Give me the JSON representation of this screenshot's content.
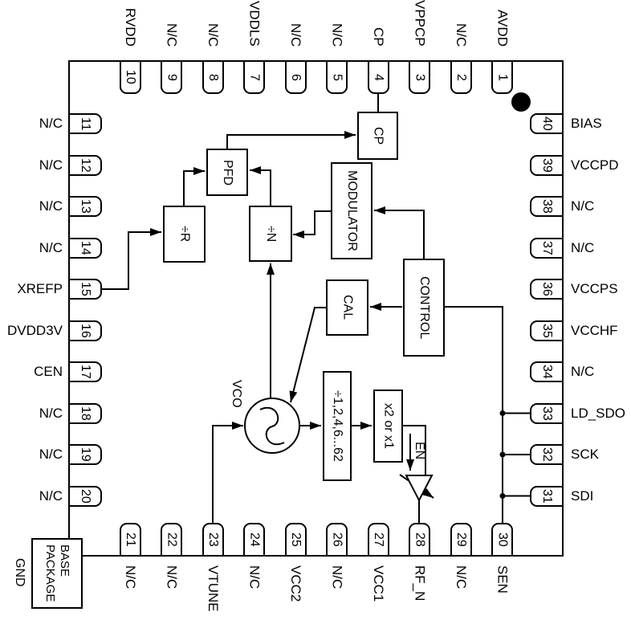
{
  "pins": {
    "top": [
      {
        "number": "10",
        "label": "RVDD"
      },
      {
        "number": "9",
        "label": "N/C"
      },
      {
        "number": "8",
        "label": "N/C"
      },
      {
        "number": "7",
        "label": "VDDLS"
      },
      {
        "number": "6",
        "label": "N/C"
      },
      {
        "number": "5",
        "label": "N/C"
      },
      {
        "number": "4",
        "label": "CP"
      },
      {
        "number": "3",
        "label": "VPPCP"
      },
      {
        "number": "2",
        "label": "N/C"
      },
      {
        "number": "1",
        "label": "AVDD"
      }
    ],
    "left": [
      {
        "number": "11",
        "label": "N/C"
      },
      {
        "number": "12",
        "label": "N/C"
      },
      {
        "number": "13",
        "label": "N/C"
      },
      {
        "number": "14",
        "label": "N/C"
      },
      {
        "number": "15",
        "label": "XREFP"
      },
      {
        "number": "16",
        "label": "DVDD3V"
      },
      {
        "number": "17",
        "label": "CEN"
      },
      {
        "number": "18",
        "label": "N/C"
      },
      {
        "number": "19",
        "label": "N/C"
      },
      {
        "number": "20",
        "label": "N/C"
      }
    ],
    "right": [
      {
        "number": "40",
        "label": "BIAS"
      },
      {
        "number": "39",
        "label": "VCCPD"
      },
      {
        "number": "38",
        "label": "N/C"
      },
      {
        "number": "37",
        "label": "N/C"
      },
      {
        "number": "36",
        "label": "VCCPS"
      },
      {
        "number": "35",
        "label": "VCCHF"
      },
      {
        "number": "34",
        "label": "N/C"
      },
      {
        "number": "33",
        "label": "LD_SDO"
      },
      {
        "number": "32",
        "label": "SCK"
      },
      {
        "number": "31",
        "label": "SDI"
      }
    ],
    "bottom": [
      {
        "number": "21",
        "label": "N/C"
      },
      {
        "number": "22",
        "label": "N/C"
      },
      {
        "number": "23",
        "label": "VTUNE"
      },
      {
        "number": "24",
        "label": "N/C"
      },
      {
        "number": "25",
        "label": "VCC2"
      },
      {
        "number": "26",
        "label": "N/C"
      },
      {
        "number": "27",
        "label": "VCC1"
      },
      {
        "number": "28",
        "label": "RF_N"
      },
      {
        "number": "29",
        "label": "N/C"
      },
      {
        "number": "30",
        "label": "SEN"
      }
    ]
  },
  "blocks": {
    "cp": "CP",
    "pfd": "PFD",
    "modulator": "MODULATOR",
    "div_r": "÷R",
    "div_n": "÷N",
    "control": "CONTROL",
    "cal": "CAL",
    "vco": "VCO",
    "output_divider": "÷1,2,4,6...62",
    "multiplier": "x2 or x1",
    "en": "EN"
  },
  "package": {
    "base_line1": "PACKAGE",
    "base_line2": "BASE",
    "gnd": "GND"
  },
  "colors": {
    "line": "#000000",
    "background": "#ffffff"
  }
}
